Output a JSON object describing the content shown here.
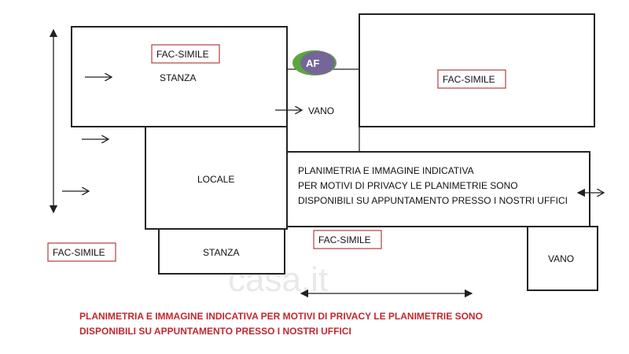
{
  "rooms": {
    "stanza_top": "STANZA",
    "vano_mid": "VANO",
    "locale": "LOCALE",
    "stanza_bottom": "STANZA",
    "vano_right": "VANO"
  },
  "facsimile": {
    "label_1": "FAC-SIMILE",
    "label_2": "FAC-SIMILE",
    "label_3": "FAC-SIMILE",
    "label_4": "FAC-SIMILE"
  },
  "notice_box": {
    "line1": "PLANIMETRIA E IMMAGINE INDICATIVA",
    "line2": "PER MOTIVI DI PRIVACY LE PLANIMETRIE SONO",
    "line3": "DISPONIBILI SU APPUNTAMENTO PRESSO I NOSTRI UFFICI"
  },
  "red_notice": {
    "line1": "PLANIMETRIA E IMMAGINE INDICATIVA PER MOTIVI DI PRIVACY LE PLANIMETRIE SONO",
    "line2": "DISPONIBILI  SU APPUNTAMENTO PRESSO I NOSTRI UFFICI"
  },
  "watermark": "casa.it",
  "logo": {
    "letter": "AF",
    "color_green": "#5aa83c",
    "color_purple": "#7a5aa8"
  },
  "colors": {
    "red_text": "#c0282f",
    "facsimile_border": "#b04040"
  }
}
